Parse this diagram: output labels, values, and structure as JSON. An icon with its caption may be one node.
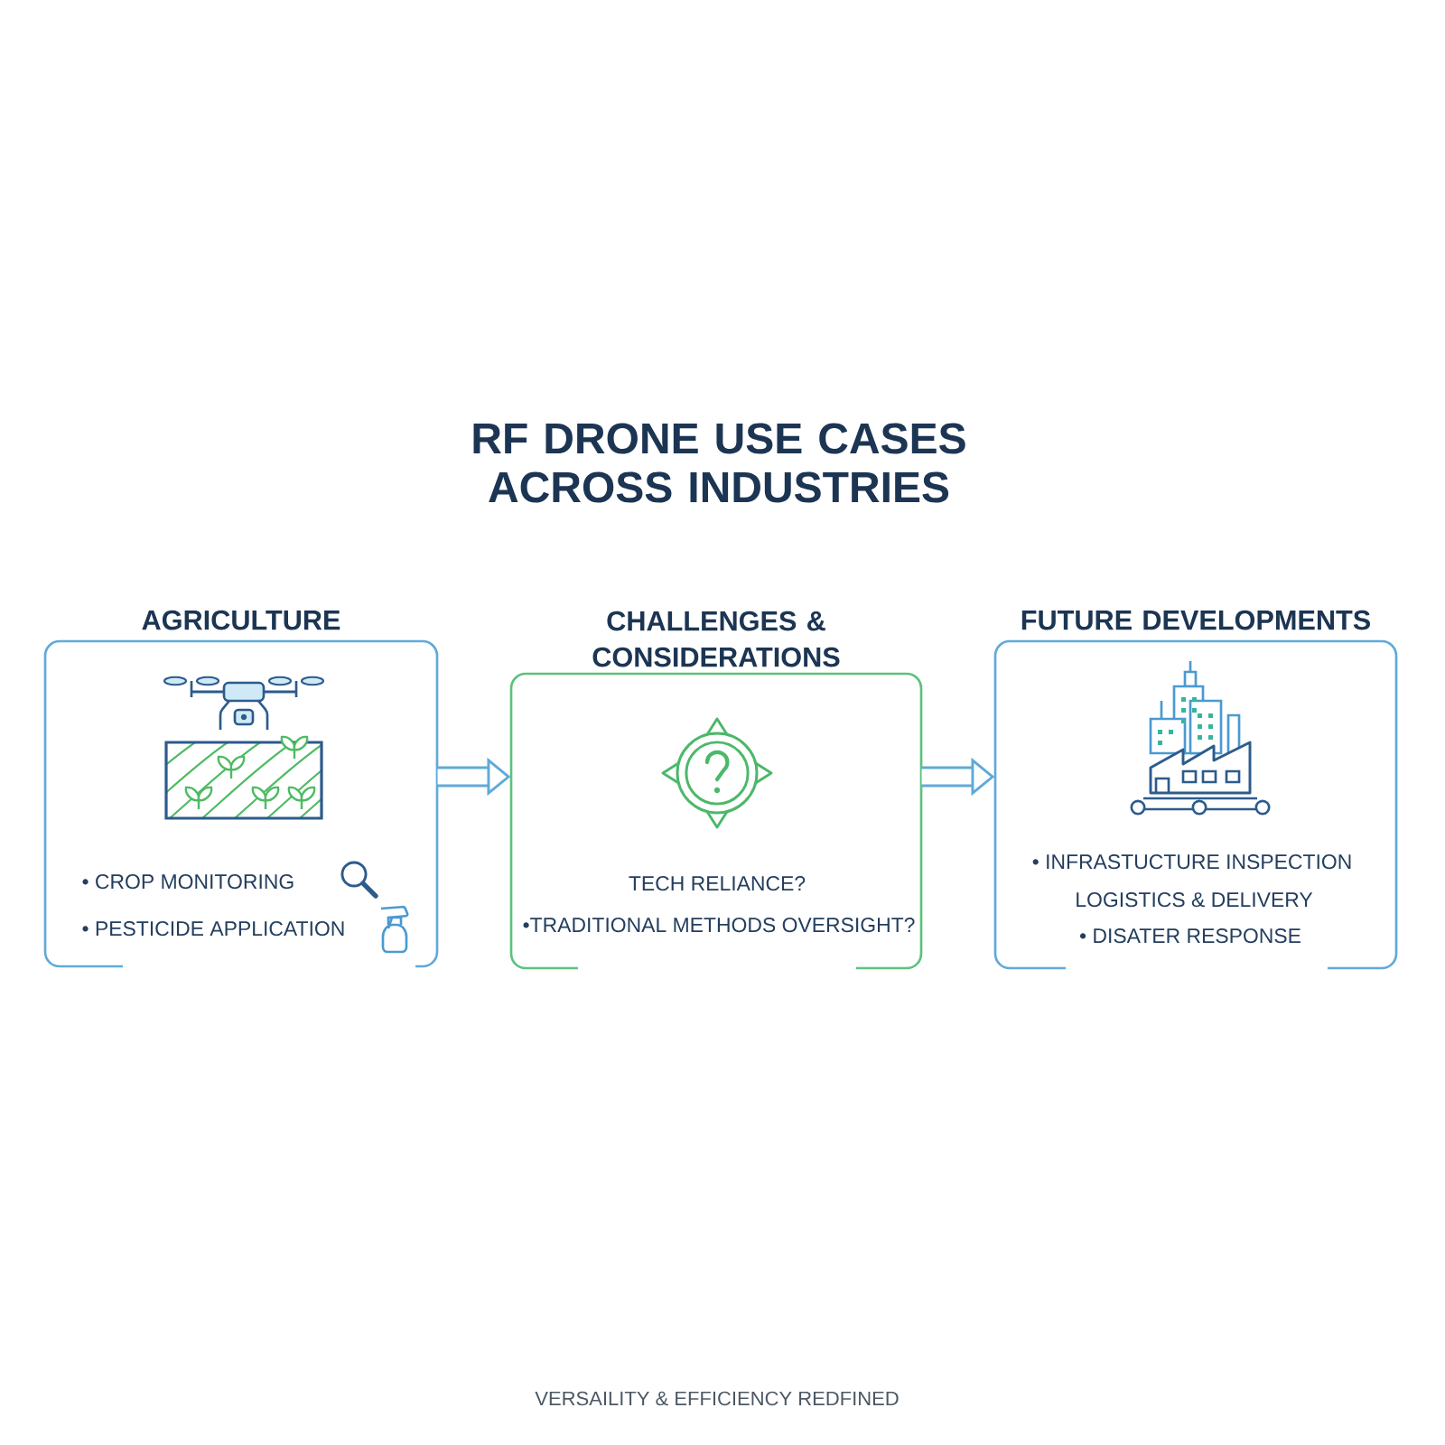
{
  "diagram": {
    "title": "RF DRONE USE CASES ACROSS INDUSTRIES",
    "caption": "VERSAILITY & EFFICIENCY REDFINED",
    "nodes": [
      {
        "text": [
          "AGRICULTURE",
          "• CROP MONITORING",
          "• PESTICIDE APPLICATION"
        ]
      },
      {
        "text": [
          "CHALLENGES & CONSIDERATIONS",
          "TECH RELIANCE?",
          "•TRADITIONAL METHODS OVERSIGHT?"
        ]
      },
      {
        "text": [
          "FUTURE DEVELOPMENTS",
          "• INFRASTUCTURE INSPECTION",
          "LOGISTICS & DELIVERY",
          "• DISATER RESPONSE"
        ]
      }
    ],
    "edges": [
      {
        "from": 0,
        "to": 1,
        "arrow": "to"
      },
      {
        "from": 1,
        "to": 2,
        "arrow": "to"
      }
    ]
  }
}
